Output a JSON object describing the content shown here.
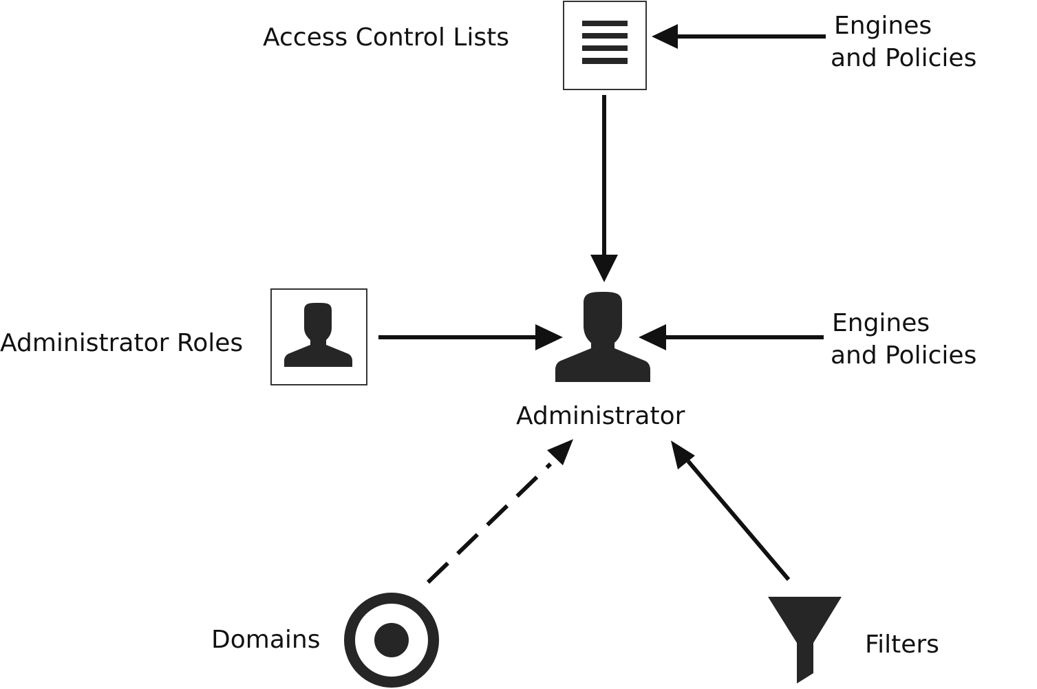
{
  "diagram": {
    "colors": {
      "ink": "#111111",
      "icon_fill": "#262626",
      "box_stroke": "#333333",
      "background": "#ffffff"
    },
    "nodes": {
      "acl": {
        "label": "Access Control Lists",
        "icon": "list-icon"
      },
      "engines_top": {
        "line1": "Engines",
        "line2": "and Policies"
      },
      "roles": {
        "label": "Administrator Roles",
        "icon": "person-icon"
      },
      "admin": {
        "label": "Administrator",
        "icon": "person-icon"
      },
      "engines_mid": {
        "line1": "Engines",
        "line2": "and Policies"
      },
      "domains": {
        "label": "Domains",
        "icon": "target-icon"
      },
      "filters": {
        "label": "Filters",
        "icon": "funnel-icon"
      }
    },
    "edges": [
      {
        "from": "Engines and Policies",
        "to": "Access Control Lists",
        "style": "solid"
      },
      {
        "from": "Access Control Lists",
        "to": "Administrator",
        "style": "solid"
      },
      {
        "from": "Administrator Roles",
        "to": "Administrator",
        "style": "solid"
      },
      {
        "from": "Engines and Policies",
        "to": "Administrator",
        "style": "solid"
      },
      {
        "from": "Domains",
        "to": "Administrator",
        "style": "dashed"
      },
      {
        "from": "Filters",
        "to": "Administrator",
        "style": "solid"
      }
    ]
  }
}
